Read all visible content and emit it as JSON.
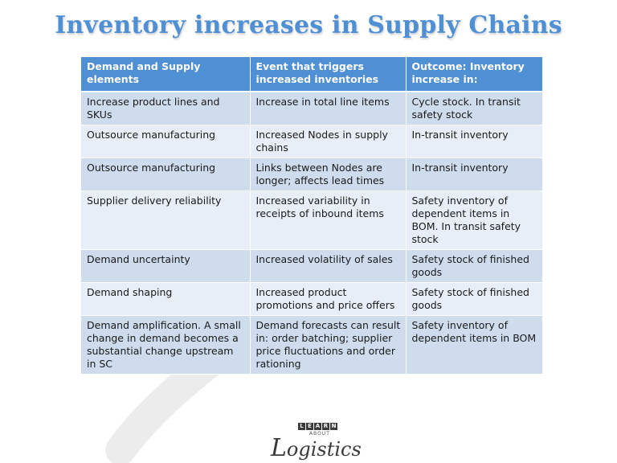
{
  "title": "Inventory increases in Supply Chains",
  "table": {
    "headers": [
      "Demand and Supply elements",
      "Event that triggers increased inventories",
      "Outcome: Inventory increase in:"
    ],
    "rows": [
      [
        "Increase product lines and SKUs",
        "Increase in total line items",
        "Cycle stock. In transit safety stock"
      ],
      [
        "Outsource manufacturing",
        "Increased Nodes in supply chains",
        "In-transit inventory"
      ],
      [
        "Outsource manufacturing",
        "Links between Nodes are longer; affects lead times",
        "In-transit inventory"
      ],
      [
        "Supplier delivery reliability",
        "Increased variability in receipts of inbound items",
        "Safety inventory of dependent items in BOM. In transit safety stock"
      ],
      [
        "Demand uncertainty",
        "Increased volatility of sales",
        "Safety stock of finished goods"
      ],
      [
        "Demand shaping",
        "Increased product promotions and price offers",
        "Safety stock of finished goods"
      ],
      [
        "Demand amplification. A small change in demand becomes a substantial change upstream in SC",
        "Demand forecasts can result in: order batching; supplier price fluctuations and order rationing",
        "Safety inventory of dependent items in BOM"
      ]
    ]
  },
  "logo": {
    "tiles": [
      "L",
      "E",
      "A",
      "R",
      "N"
    ],
    "about": "ABOUT",
    "initial": "L",
    "rest": "ogistics"
  },
  "colors": {
    "title": "#4f8fd3",
    "header_bg": "#4f8fd3",
    "row_dark": "#cfdcee",
    "row_light": "#e8eef7"
  }
}
